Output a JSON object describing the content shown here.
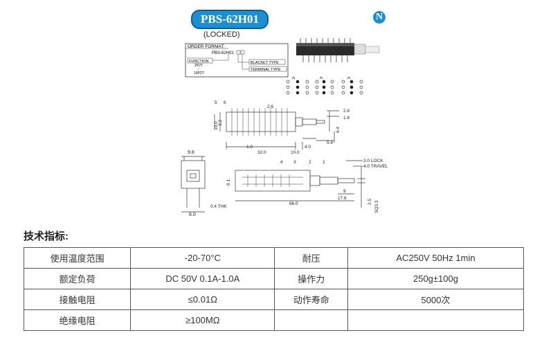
{
  "header": {
    "model": "PBS-62H01",
    "brand_badge": "N",
    "subtitle": "(LOCKED)"
  },
  "order_format": {
    "title": "ORDER FORMAT:",
    "code": "PBS-62H01",
    "function_label": "FUNCTION",
    "function_options": [
      "2P2T",
      "↓",
      "10P2T"
    ],
    "bracket_type": "BLACKET TYPE",
    "terminal_type": "TERMINAL TYPE"
  },
  "dimensions": {
    "top_view": [
      "5",
      "6",
      "2.6",
      "2.8",
      "1.8",
      "10.0",
      "3.2",
      "6.4",
      "1.0",
      "32.0",
      "4.0",
      "10.0",
      "5.4"
    ],
    "side_view": [
      "3.0 LOCK",
      "4.0 TRAVEL",
      "4",
      "3",
      "2",
      "1",
      "9.1",
      "9",
      "17.8",
      "66.0",
      "2.5",
      "SQ3.3",
      "0.4 THK"
    ],
    "end_view": [
      "9.8",
      "6.0"
    ]
  },
  "specs": {
    "heading": "技术指标:",
    "rows": [
      [
        "使用温度范围",
        "-20-70°C",
        "耐压",
        "AC250V 50Hz 1min"
      ],
      [
        "额定负荷",
        "DC 50V 0.1A-1.0A",
        "操作力",
        "250g±100g"
      ],
      [
        "接触电阻",
        "≤0.01Ω",
        "动作寿命",
        "5000次"
      ],
      [
        "绝缘电阻",
        "≥100MΩ",
        "",
        ""
      ]
    ]
  }
}
